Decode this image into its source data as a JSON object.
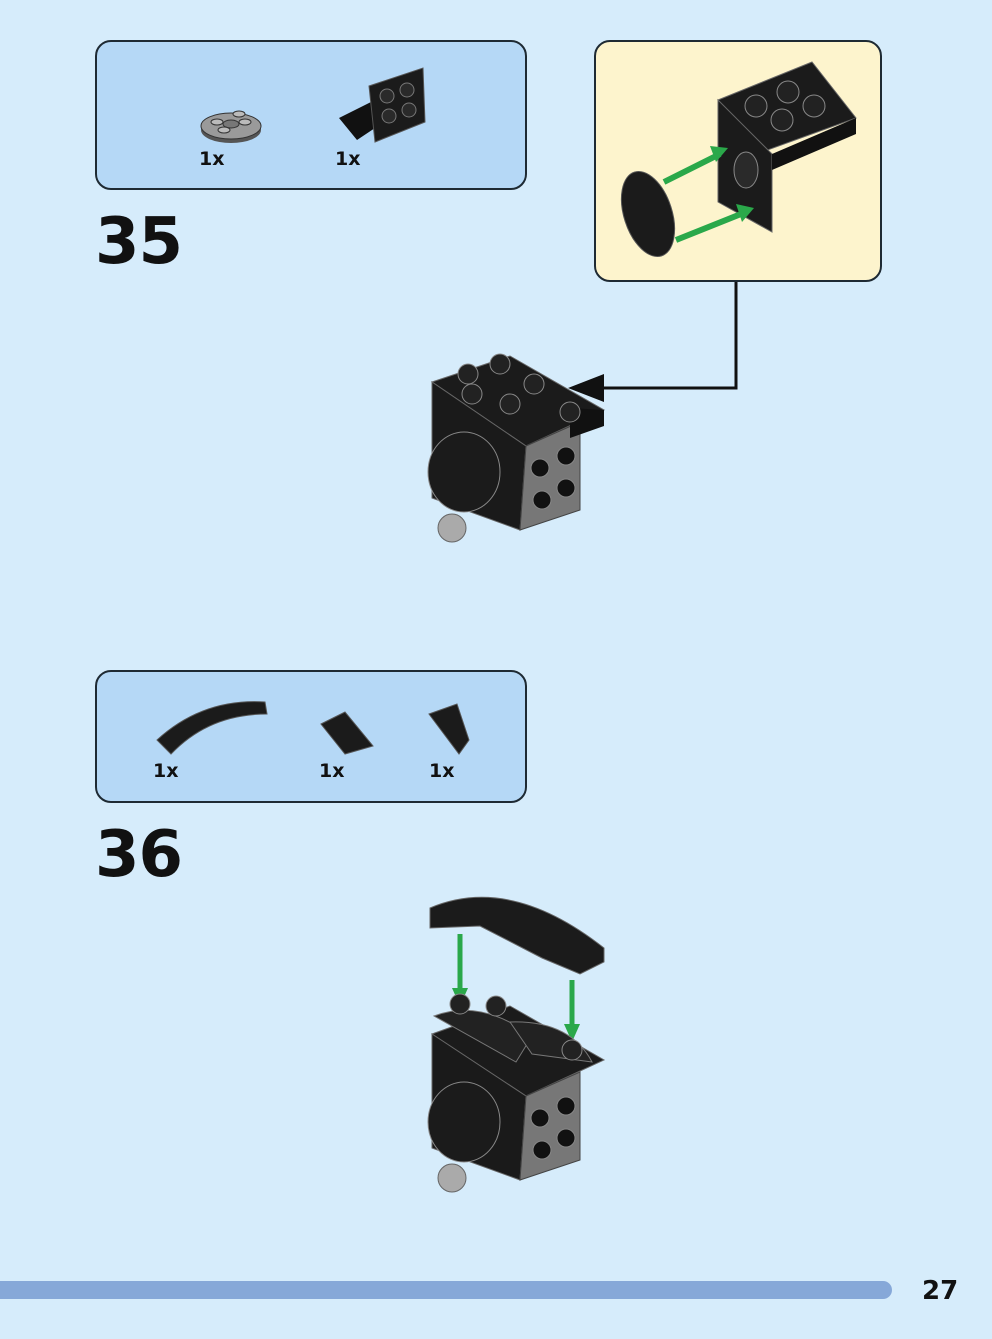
{
  "steps": [
    {
      "number": "35",
      "parts": [
        {
          "name": "round plate 2x2",
          "qty": "1x"
        },
        {
          "name": "bracket 1x2 - 2x2 inverted",
          "qty": "1x"
        }
      ]
    },
    {
      "number": "36",
      "parts": [
        {
          "name": "curved slope 1x4 double",
          "qty": "1x"
        },
        {
          "name": "wedge 2x2 right",
          "qty": "1x"
        },
        {
          "name": "wedge 2x2 left",
          "qty": "1x"
        }
      ]
    }
  ],
  "page_number": "27",
  "colors": {
    "background": "#d6ecfb",
    "parts_box": "#b5d8f6",
    "callout": "#fdf4cd",
    "brick": "#1b1b1b",
    "arrow_green": "#2aa84a",
    "footer_bar": "#86a8d8"
  }
}
